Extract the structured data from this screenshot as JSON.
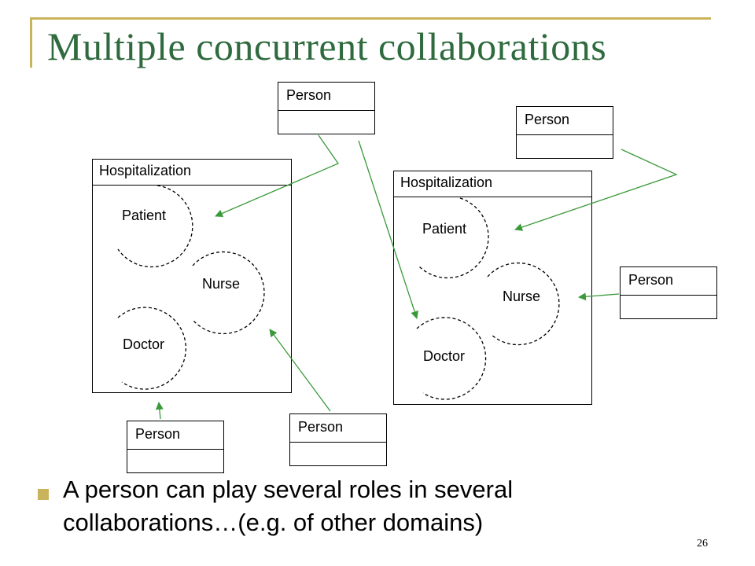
{
  "slide": {
    "title": "Multiple concurrent collaborations",
    "bullet": "A person can play several roles in several collaborations…(e.g. of other domains)",
    "page_number": "26"
  },
  "collaborations": [
    {
      "title": "Hospitalization",
      "roles": [
        "Patient",
        "Nurse",
        "Doctor"
      ]
    },
    {
      "title": "Hospitalization",
      "roles": [
        "Patient",
        "Nurse",
        "Doctor"
      ]
    }
  ],
  "persons": [
    "Person",
    "Person",
    "Person",
    "Person",
    "Person"
  ],
  "colors": {
    "title": "#2f6b3e",
    "accent": "#c9b35b",
    "arrow": "#3a9a3a"
  }
}
